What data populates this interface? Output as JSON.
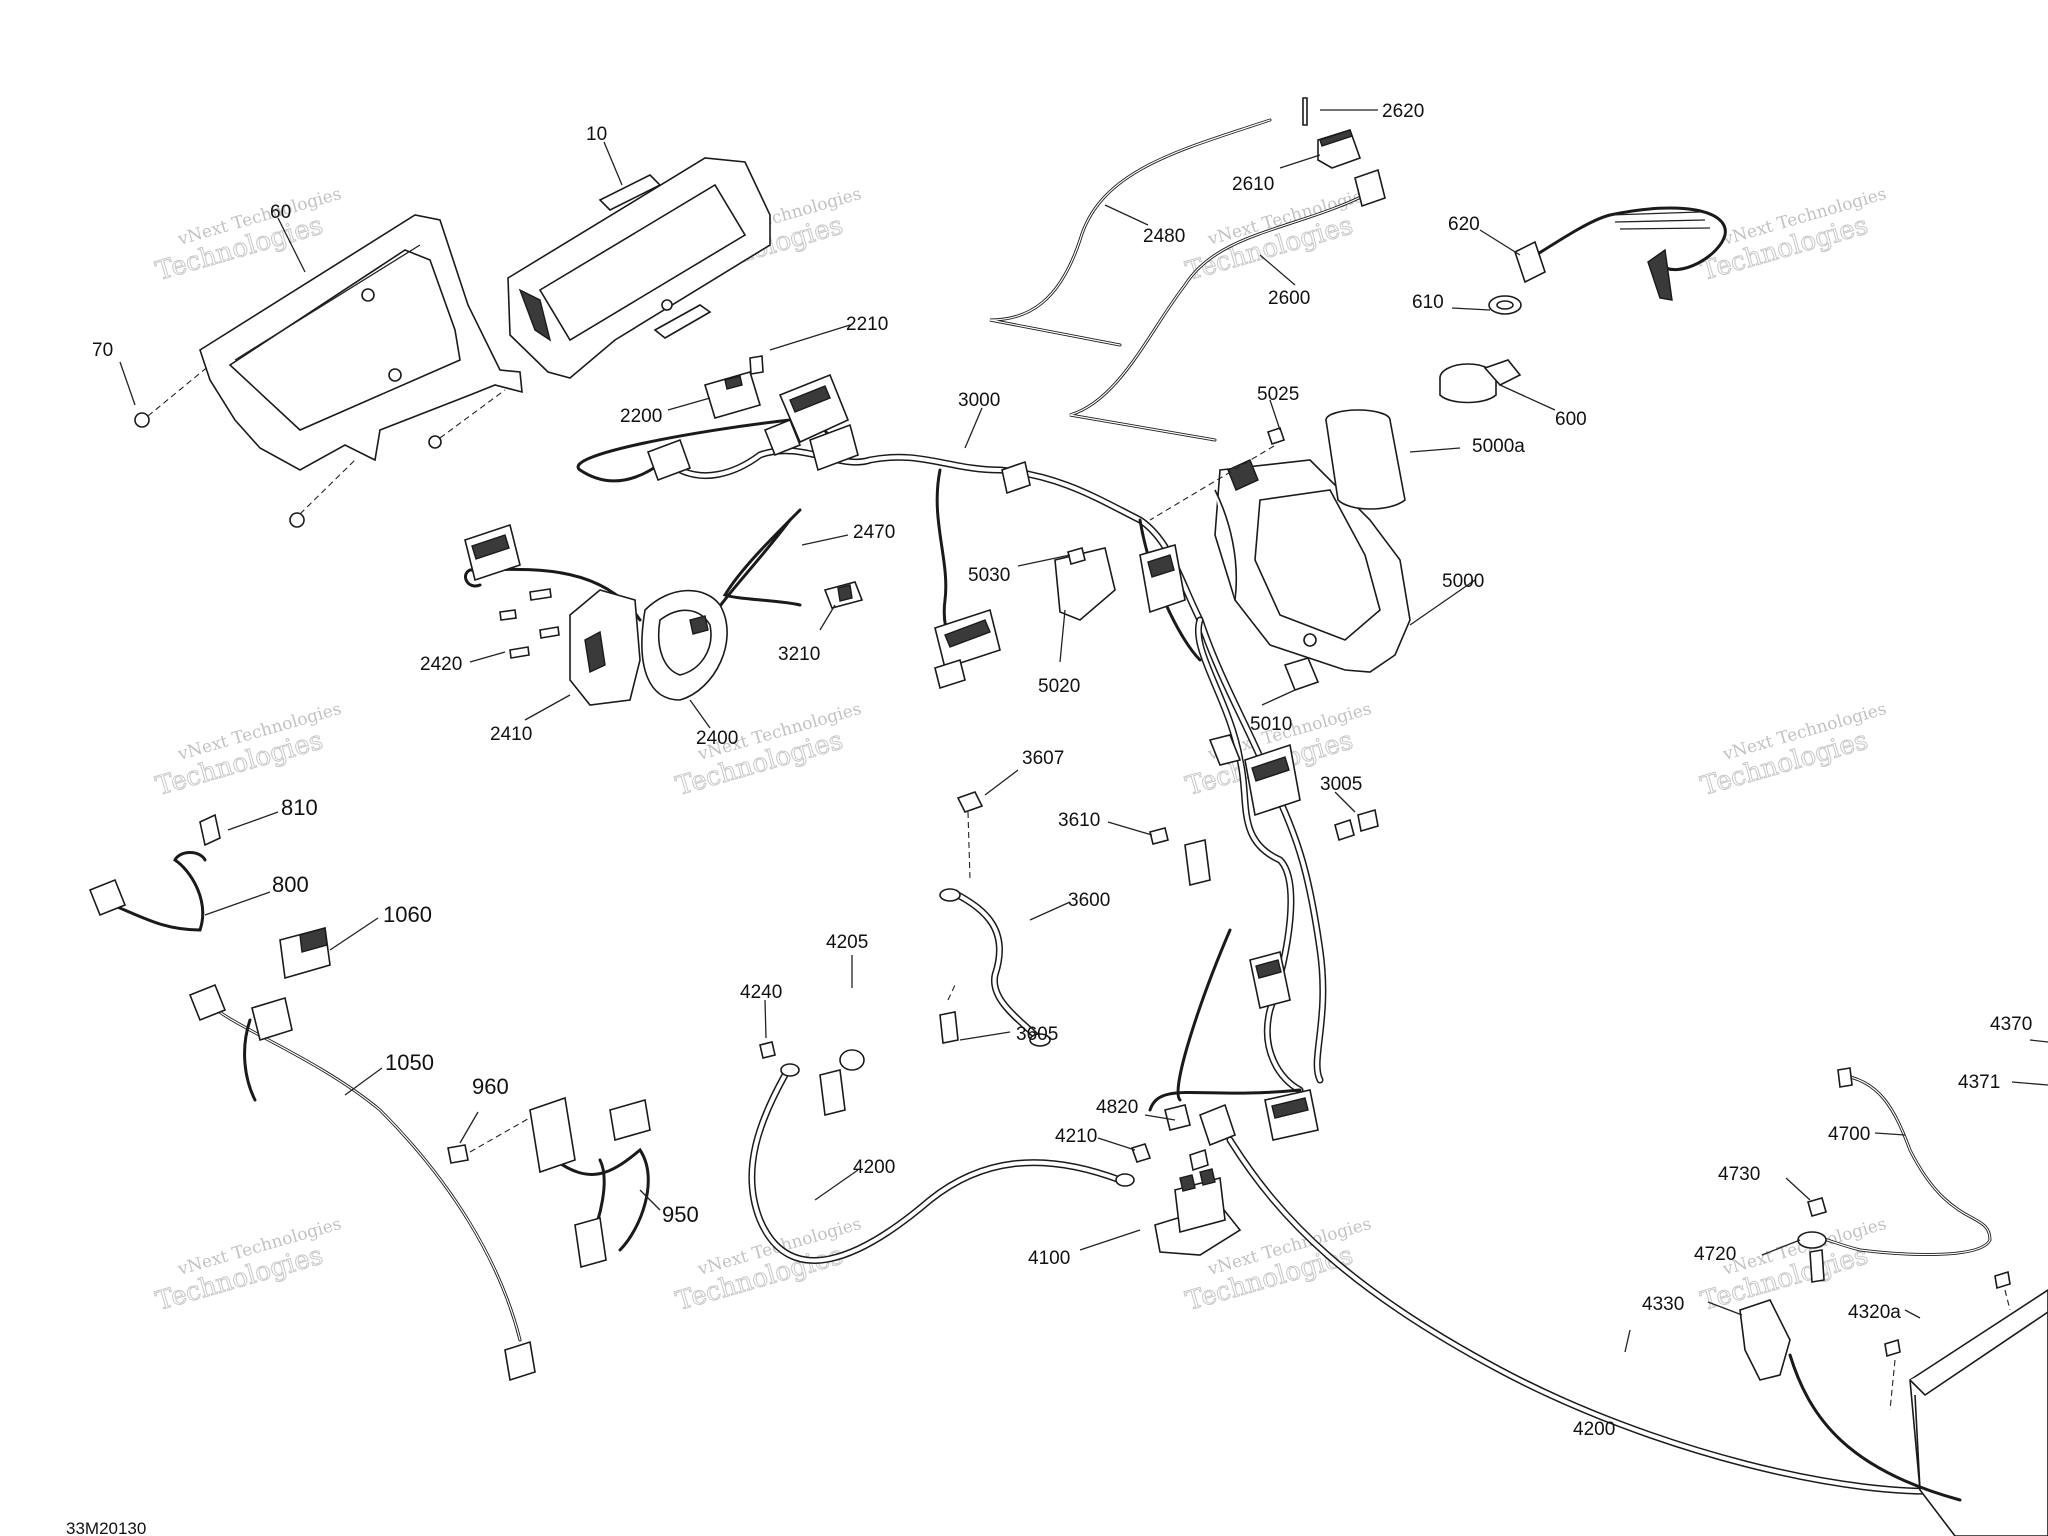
{
  "diagram_code": "33M20130",
  "watermark": "vNext Technologies",
  "callouts": [
    "10",
    "60",
    "70",
    "2620",
    "2610",
    "2480",
    "2600",
    "620",
    "610",
    "600",
    "2210",
    "2200",
    "3000",
    "5025",
    "5000a",
    "2470",
    "5030",
    "3210",
    "5000",
    "2420",
    "5020",
    "2410",
    "2400",
    "5010",
    "3607",
    "3005",
    "3610",
    "810",
    "800",
    "3600",
    "1060",
    "4205",
    "4240",
    "3605",
    "1050",
    "960",
    "4820",
    "4210",
    "4200",
    "950",
    "4100",
    "4370",
    "4371",
    "4700",
    "4730",
    "4720",
    "4330",
    "4320a"
  ]
}
